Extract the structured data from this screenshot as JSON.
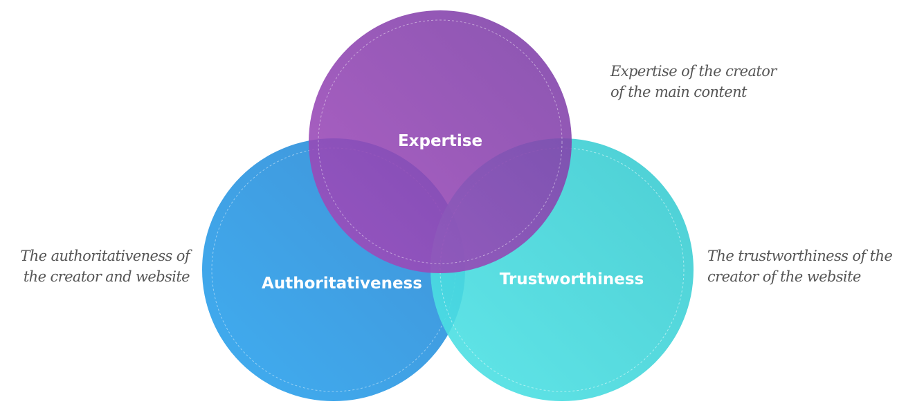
{
  "circles": {
    "expertise": {
      "label": "Expertise",
      "color_start": "#9d47b8",
      "color_end": "#7b3fa8"
    },
    "authoritativeness": {
      "label": "Authoritativeness",
      "color_start": "#3aabf0",
      "color_end": "#3a8fd6"
    },
    "trustworthiness": {
      "label": "Trustworthiness",
      "color_start": "#4fe3e6",
      "color_end": "#39c9cf"
    }
  },
  "descriptions": {
    "expertise": [
      "Expertise of the creator",
      "of the main content"
    ],
    "authoritativeness": [
      "The authoritativeness of",
      "the creator and website"
    ],
    "trustworthiness": [
      "The trustworthiness of the",
      "creator of the website"
    ]
  }
}
